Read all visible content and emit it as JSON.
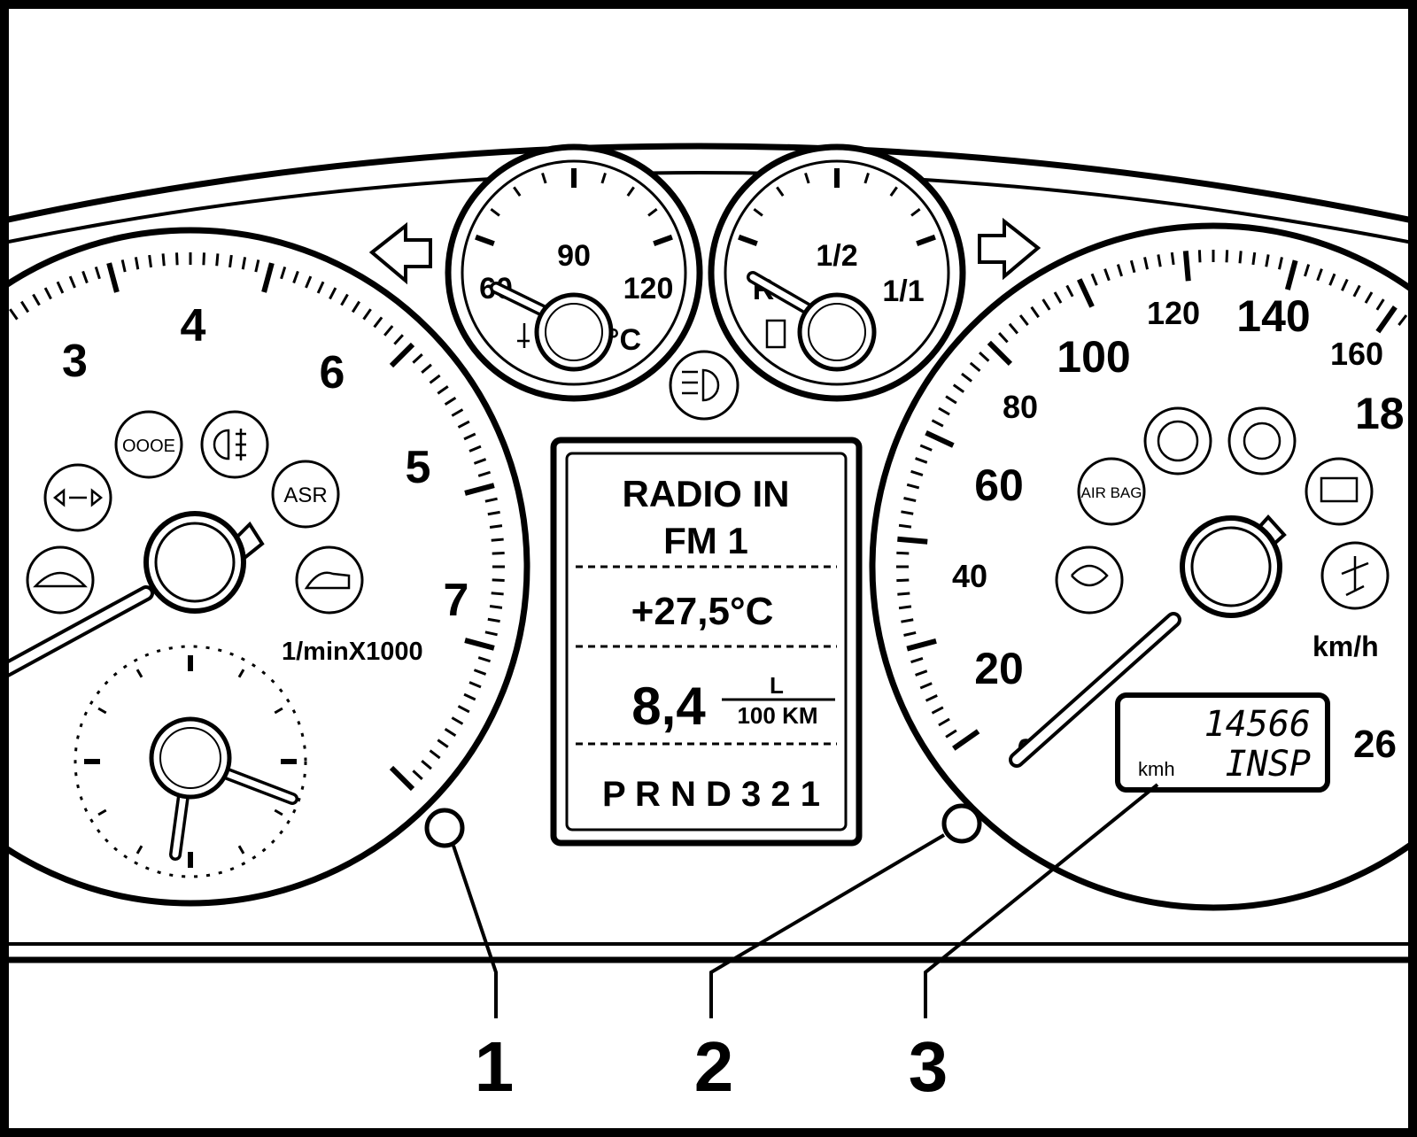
{
  "tachometer": {
    "numbers": [
      "3",
      "4",
      "6",
      "5",
      "7"
    ],
    "unit": "1/minX1000"
  },
  "temp_gauge": {
    "low": "60",
    "mid": "90",
    "high": "120",
    "unit": "°C"
  },
  "fuel_gauge": {
    "empty": "R",
    "half": "1/2",
    "full": "1/1"
  },
  "speedometer": {
    "numbers": [
      "0",
      "20",
      "40",
      "60",
      "80",
      "100",
      "120",
      "140",
      "160",
      "18",
      "26"
    ],
    "unit": "km/h"
  },
  "info_display": {
    "line1": "RADIO IN",
    "line2": "FM 1",
    "temperature": "+27,5°C",
    "consumption_value": "8,4",
    "consumption_unit_top": "L",
    "consumption_unit_bottom": "100 KM",
    "gears": "P R N D 3 2 1"
  },
  "odometer": {
    "value": "14566",
    "status": "INSP",
    "unit": "kmh"
  },
  "warning_lights": {
    "tach": [
      "OOOE",
      "ASR"
    ],
    "speedo": [
      "AIR BAG"
    ]
  },
  "callouts": [
    "1",
    "2",
    "3"
  ]
}
